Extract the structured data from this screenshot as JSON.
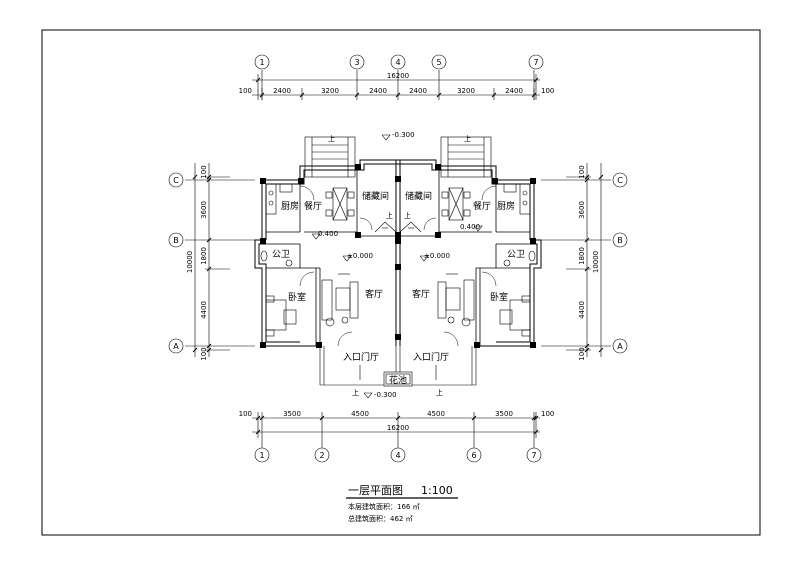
{
  "drawing": {
    "title": "一层平面图",
    "scale": "1:100",
    "area_floor": "本层建筑面积：166 ㎡",
    "area_total": "总建筑面积：462 ㎡"
  },
  "axes": {
    "top": [
      "1",
      "3",
      "4",
      "5",
      "7"
    ],
    "bottom": [
      "1",
      "2",
      "4",
      "6",
      "7"
    ],
    "left": [
      "C",
      "B",
      "A"
    ],
    "right": [
      "C",
      "B",
      "A"
    ]
  },
  "dimensions": {
    "top_segments": [
      "100",
      "2400",
      "3200",
      "2400",
      "2400",
      "3200",
      "2400",
      "100"
    ],
    "top_total": "16200",
    "bottom_segments": [
      "100",
      "3500",
      "4500",
      "4500",
      "3500",
      "100"
    ],
    "bottom_total": "16200",
    "side_segments": [
      "100",
      "3600",
      "1800",
      "4400",
      "100"
    ],
    "side_total": "10000"
  },
  "levels": {
    "top": "-0.300",
    "bottom": "-0.300",
    "floor": "±0.000",
    "dining": "0.400",
    "up": "上"
  },
  "rooms": {
    "kitchen": "厨房",
    "dining": "餐厅",
    "storage": "储藏间",
    "wc": "公卫",
    "bedroom": "卧室",
    "living": "客厅",
    "entry": "入口门厅",
    "planter": "花池"
  }
}
